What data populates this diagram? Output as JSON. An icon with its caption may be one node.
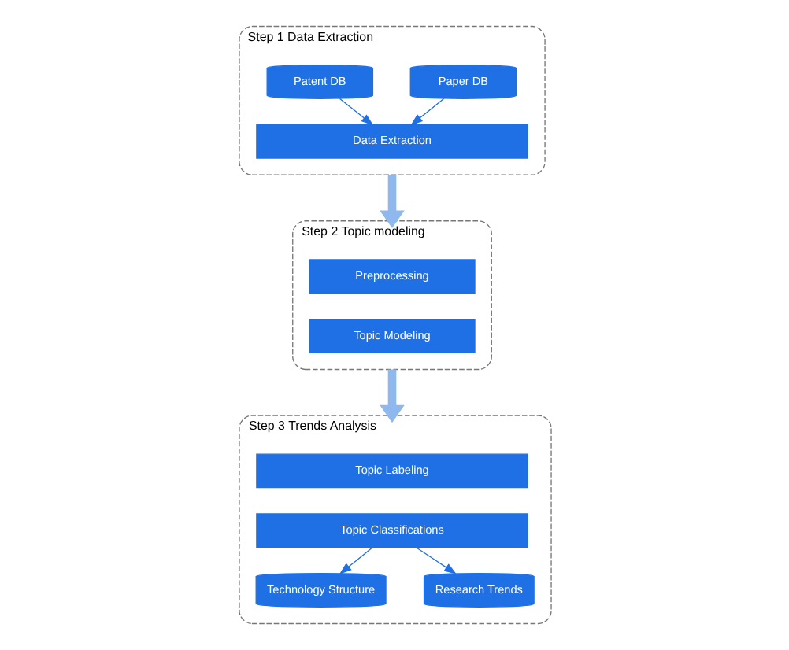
{
  "diagram": {
    "nodes": [
      {
        "text": [
          "Step 1 Data Extraction"
        ]
      },
      {
        "text": [
          "Patent DB"
        ],
        "in": 0
      },
      {
        "text": [
          "Paper DB"
        ],
        "in": 0
      },
      {
        "text": [
          "Data Extraction"
        ],
        "in": 0
      },
      {
        "text": [
          "Step 2 Topic modeling"
        ]
      },
      {
        "text": [
          "Preprocessing"
        ],
        "in": 4
      },
      {
        "text": [
          "Topic Modeling"
        ],
        "in": 4
      },
      {
        "text": [
          "Step 3 Trends Analysis"
        ]
      },
      {
        "text": [
          "Topic Labeling"
        ],
        "in": 7
      },
      {
        "text": [
          "Topic Classifications"
        ],
        "in": 7
      },
      {
        "text": [
          "Technology Structure"
        ],
        "in": 7
      },
      {
        "text": [
          "Research Trends"
        ],
        "in": 7
      }
    ],
    "edges": [
      {
        "from": 1,
        "to": 3,
        "arrow": "to"
      },
      {
        "from": 2,
        "to": 3,
        "arrow": "to"
      },
      {
        "from": 3,
        "to": 5,
        "arrow": "to",
        "style": "thick",
        "color": "#8fb8ee"
      },
      {
        "from": 6,
        "to": 8,
        "arrow": "to",
        "style": "thick",
        "color": "#8fb8ee"
      },
      {
        "from": 9,
        "to": 10,
        "arrow": "to"
      },
      {
        "from": 9,
        "to": 11,
        "arrow": "to"
      }
    ]
  }
}
